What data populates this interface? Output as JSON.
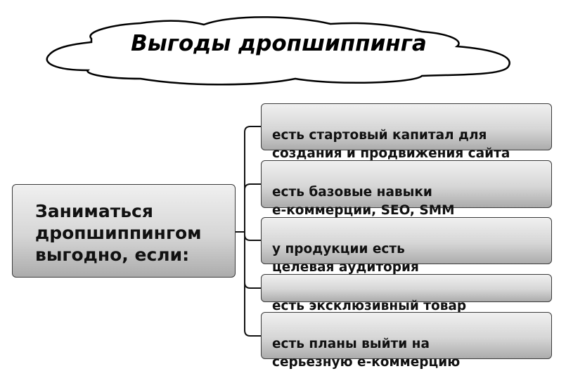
{
  "title": "Выгоды дропшиппинга",
  "main_box": {
    "text": "Заниматься\nдропшиппингом\nвыгодно, если:"
  },
  "items": [
    {
      "text": "есть стартовый капитал для\nсоздания и продвижения сайта"
    },
    {
      "text": "есть базовые навыки\nе-коммерции, SEO, SMM"
    },
    {
      "text": "у продукции есть\nцелевая аудитория"
    },
    {
      "text": "есть эксклюзивный товар"
    },
    {
      "text": "есть планы выйти на\nсерьезную е-коммерцию"
    }
  ]
}
